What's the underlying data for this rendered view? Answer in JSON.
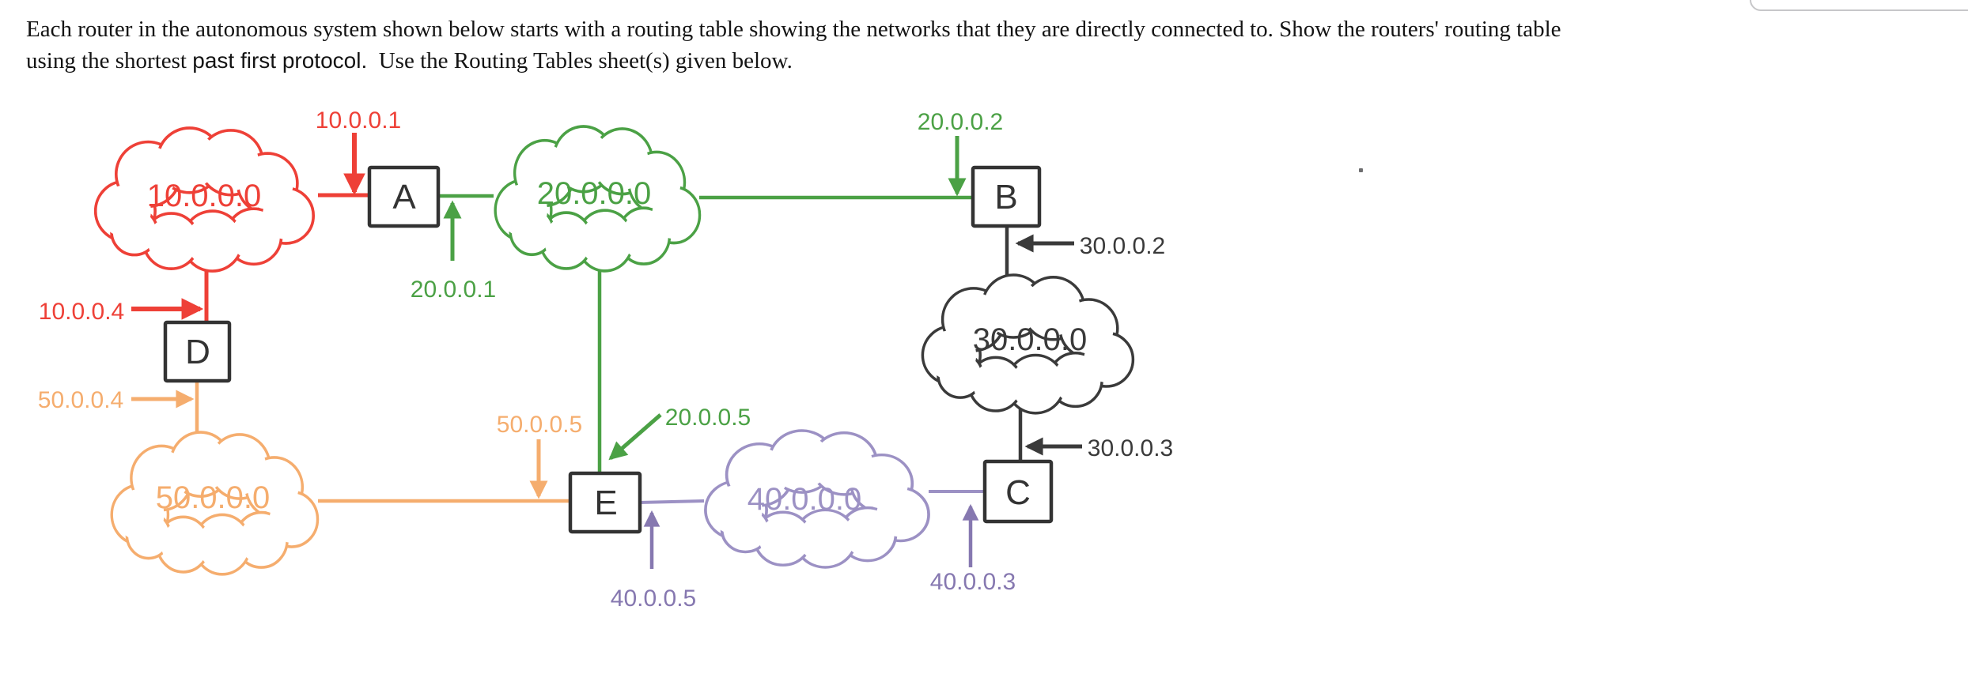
{
  "header": {
    "line1": "Each router in the autonomous system shown below starts with a routing table showing the networks that they are directly connected to. Show the routers' routing table",
    "line2": {
      "serif_lead": "using the shortest ",
      "sans_mid": "past first protocol.",
      "serif_tail": "  Use the Routing Tables sheet(s) given below."
    }
  },
  "colors": {
    "red": "#ee4037",
    "green": "#4ba145",
    "dark": "#3a3a3a",
    "orange": "#f5ad6e",
    "purple": "#9c91c4",
    "purple_dark": "#8678b0",
    "box": "#333333"
  },
  "diagram": {
    "networks": {
      "n10": "10.0.0.0",
      "n20": "20.0.0.0",
      "n30": "30.0.0.0",
      "n40": "40.0.0.0",
      "n50": "50.0.0.0"
    },
    "routers": {
      "a": "A",
      "b": "B",
      "c": "C",
      "d": "D",
      "e": "E"
    },
    "interfaces": {
      "i10_1": "10.0.0.1",
      "i10_4": "10.0.0.4",
      "i20_1": "20.0.0.1",
      "i20_2": "20.0.0.2",
      "i20_5": "20.0.0.5",
      "i30_2": "30.0.0.2",
      "i30_3": "30.0.0.3",
      "i40_3": "40.0.0.3",
      "i40_5": "40.0.0.5",
      "i50_4": "50.0.0.4",
      "i50_5": "50.0.0.5"
    }
  }
}
